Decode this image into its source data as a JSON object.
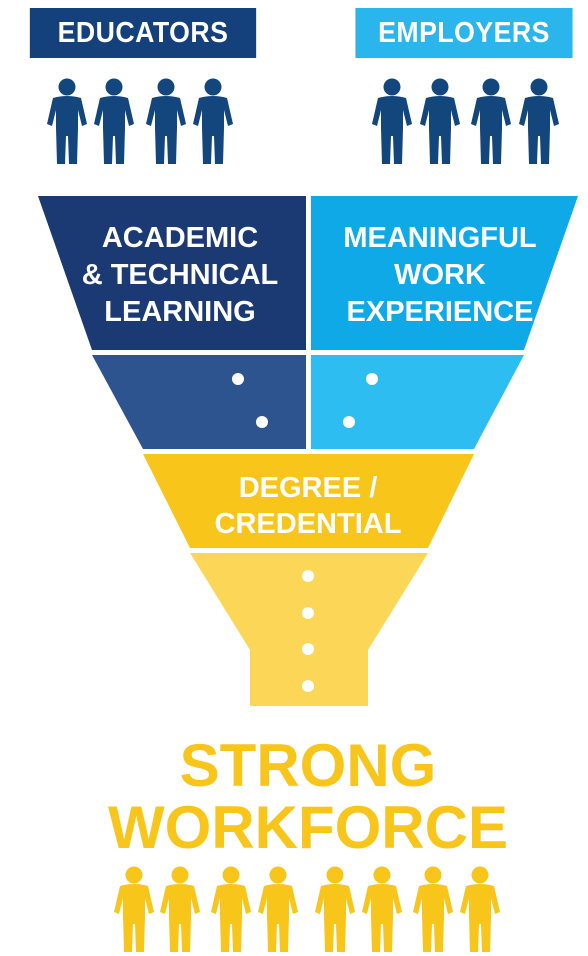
{
  "header": {
    "educators_label": "EDUCATORS",
    "employers_label": "EMPLOYERS"
  },
  "funnel": {
    "left_top_lines": [
      "ACADEMIC",
      "& TECHNICAL",
      "LEARNING"
    ],
    "right_top_lines": [
      "MEANINGFUL",
      "WORK",
      "EXPERIENCE"
    ],
    "middle_lines": [
      "DEGREE /",
      "CREDENTIAL"
    ]
  },
  "result": {
    "lines": [
      "STRONG",
      "WORKFORCE"
    ]
  },
  "colors": {
    "dark_navy": "#1b3a73",
    "mid_navy": "#2e5490",
    "bright_blue": "#10a9e8",
    "light_blue": "#2ebdf0",
    "gold": "#f8c51a",
    "light_gold": "#fcd657",
    "educator_icons": "#14467e",
    "employer_icons": "#14467e",
    "workforce_icons": "#f8c51a"
  },
  "icons": {
    "educators": [
      "person-icon",
      "person-icon",
      "person-icon",
      "person-icon"
    ],
    "employers": [
      "person-icon",
      "person-icon",
      "person-icon",
      "person-icon"
    ],
    "workforce": [
      "person-icon",
      "person-icon",
      "person-icon",
      "person-icon",
      "person-icon",
      "person-icon",
      "person-icon",
      "person-icon"
    ]
  }
}
